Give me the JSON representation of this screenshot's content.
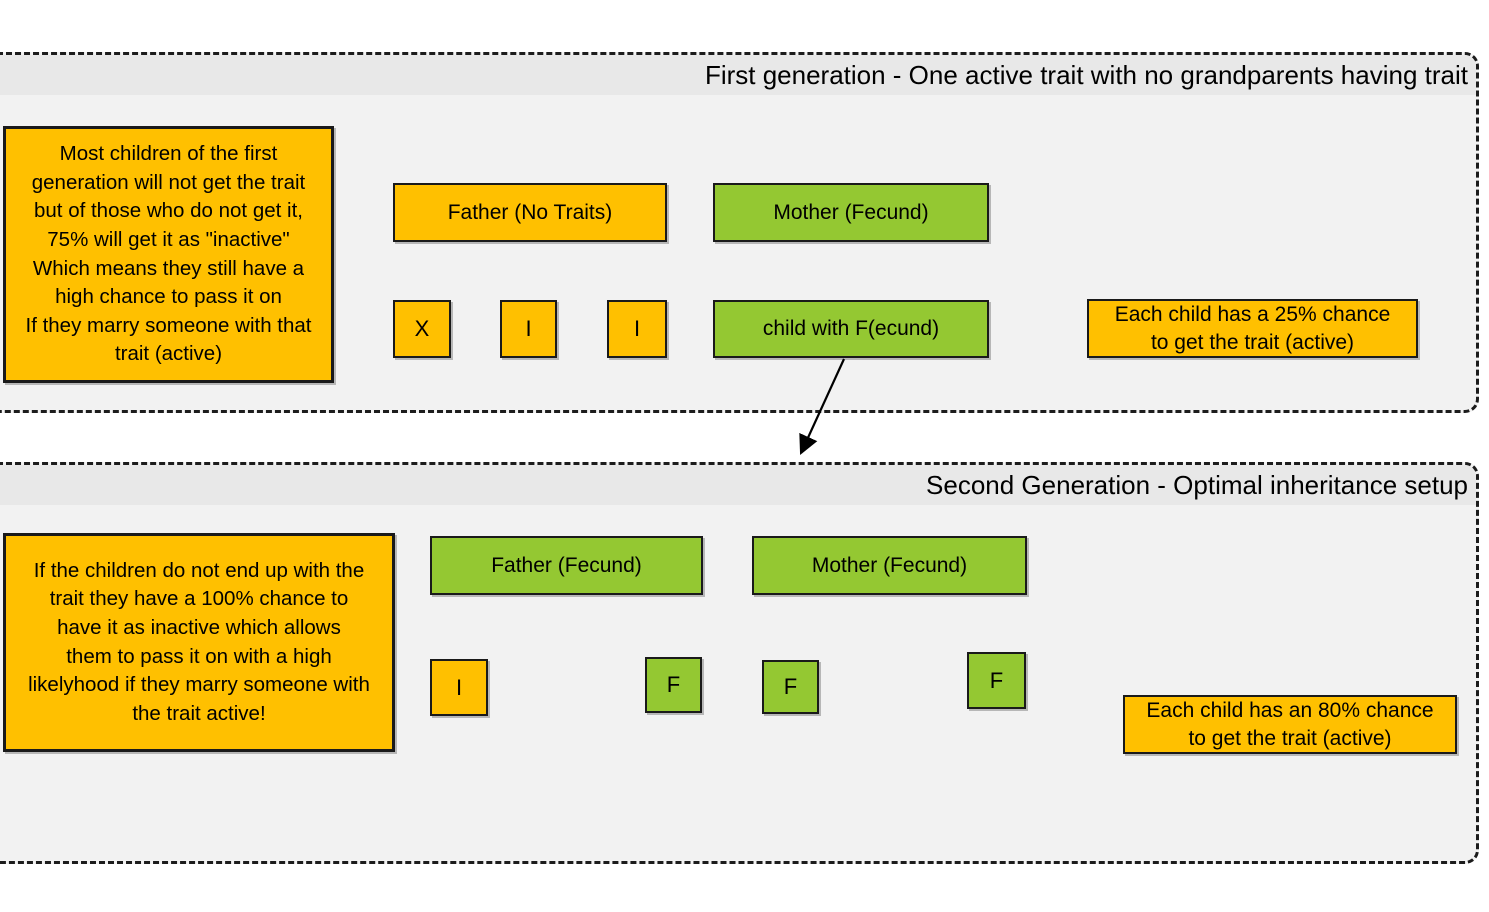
{
  "colors": {
    "trait_yellow": "#FFC000",
    "trait_green": "#94C832",
    "section_body": "#F2F2F2",
    "section_title_band": "#E8E8E8",
    "page_background": "#FFFFFF",
    "line_black": "#000000"
  },
  "sections": [
    {
      "title": "First generation - One active trait with no grandparents having trait",
      "note": "Most children of the first\ngeneration will not get the trait\nbut of those who do not get it,\n75% will get it as \"inactive\"\nWhich means they still have a\nhigh chance to pass it on\nIf they marry someone with that\ntrait (active)",
      "father_label": "Father (No Traits)",
      "mother_label": "Mother (Fecund)",
      "children": [
        "X",
        "I",
        "I",
        "child with F(ecund)"
      ],
      "chance": "Each child has a 25% chance\nto get the trait (active)"
    },
    {
      "title": "Second Generation - Optimal inheritance setup",
      "note": "If the children do not end up with the\ntrait they have a 100% chance to\nhave it as inactive which allows\nthem to pass it on with a high\nlikelyhood if they marry someone with\nthe trait active!",
      "father_label": "Father (Fecund)",
      "mother_label": "Mother (Fecund)",
      "children": [
        "I",
        "F",
        "F",
        "F"
      ],
      "chance": "Each child has an 80% chance\nto get the trait (active)"
    }
  ]
}
